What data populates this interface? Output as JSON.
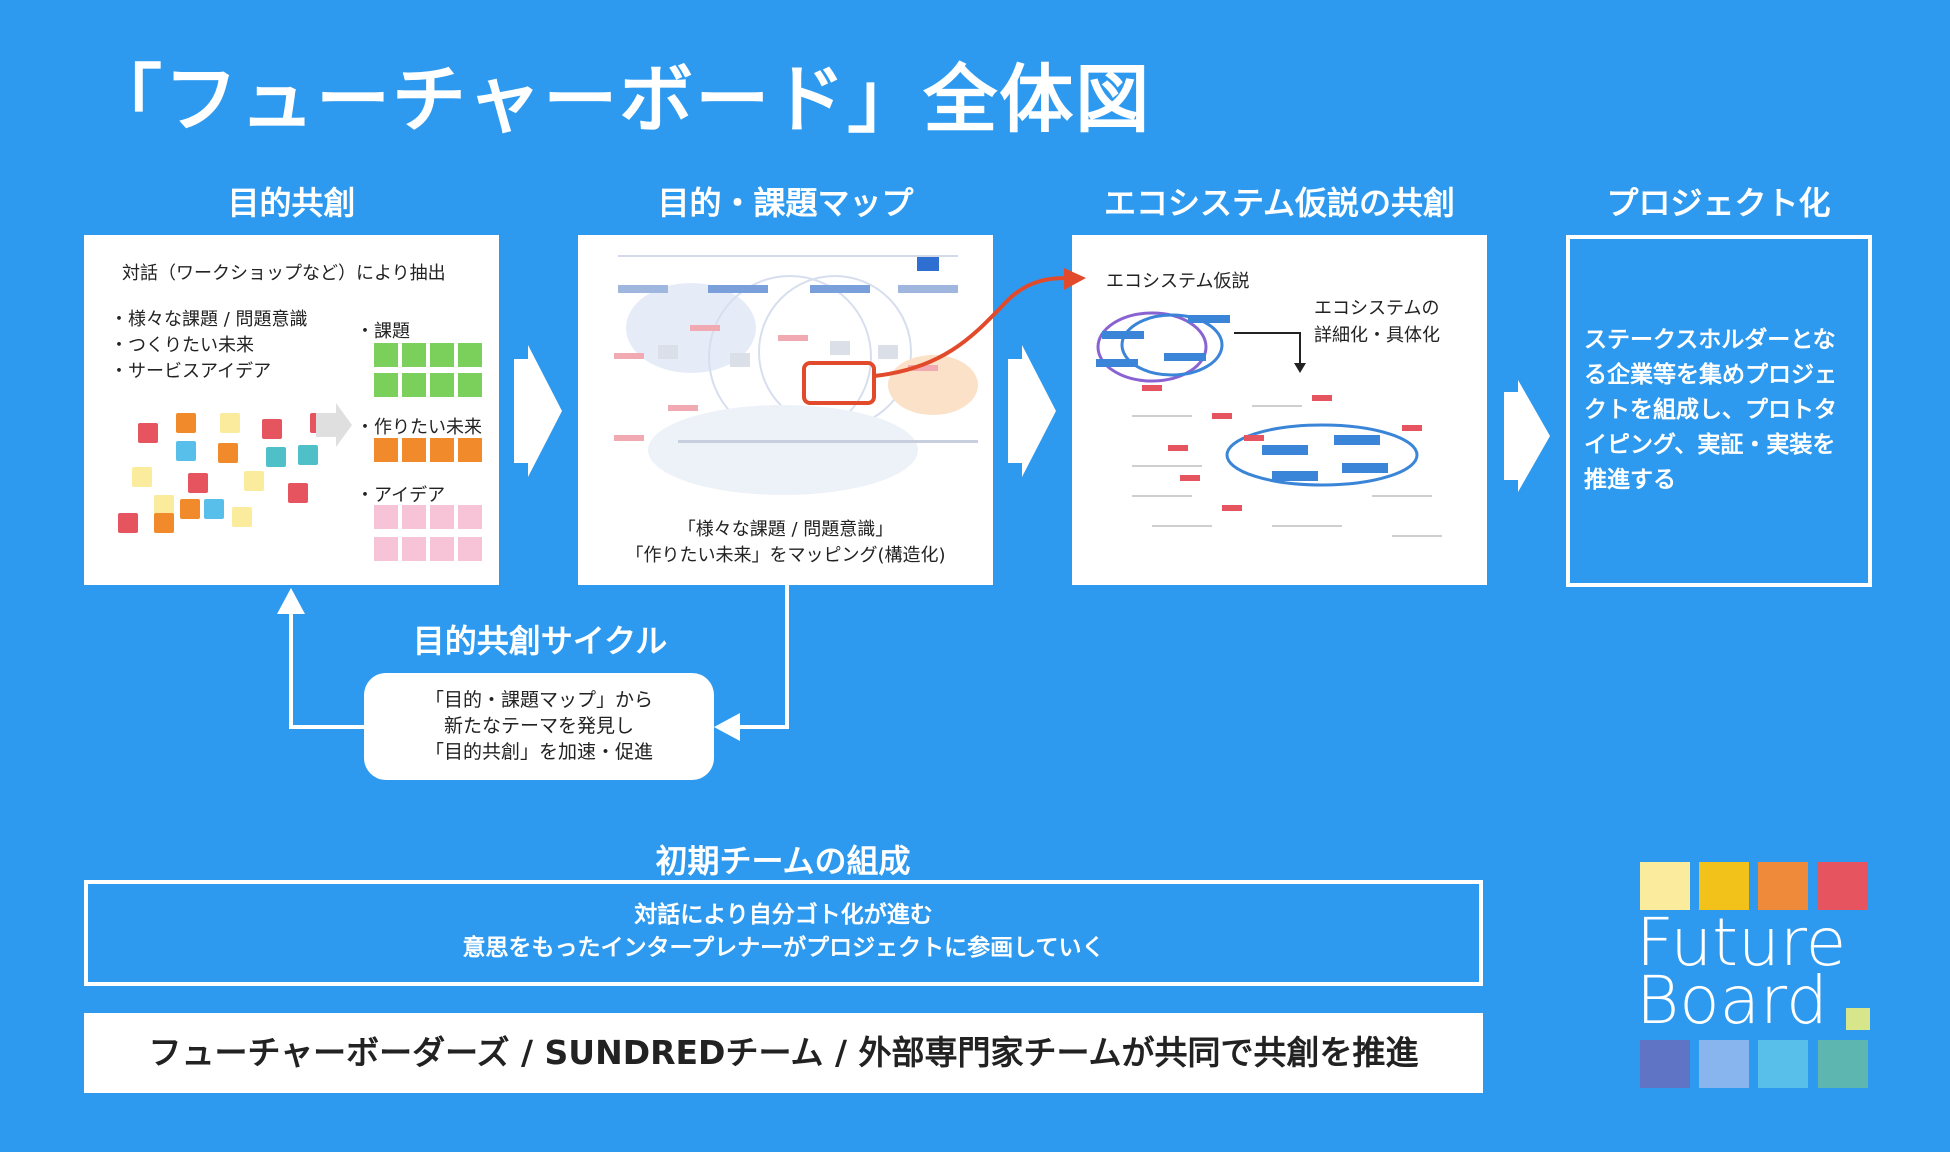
{
  "title": "「フューチャーボード」全体図",
  "stages": [
    {
      "heading": "目的共創"
    },
    {
      "heading": "目的・課題マップ"
    },
    {
      "heading": "エコシステム仮説の共創"
    },
    {
      "heading": "プロジェクト化"
    }
  ],
  "panel1": {
    "top_text": "対話（ワークショップなど）により抽出",
    "bullets": [
      "・様々な課題 / 問題意識",
      "・つくりたい未来",
      "・サービスアイデア"
    ],
    "group_labels": [
      "・課題",
      "・作りたい未来",
      "・アイデア"
    ]
  },
  "panel2": {
    "caption_line1": "「様々な課題 / 問題意識」",
    "caption_line2": "「作りたい未来」をマッピング(構造化)"
  },
  "panel3": {
    "label": "エコシステム仮説",
    "detail_line1": "エコシステムの",
    "detail_line2": "詳細化・具体化"
  },
  "panel4": {
    "text_lines": [
      "ステークスホルダーとな",
      "る企業等を集めプロジェ",
      "クトを組成し、プロトタ",
      "イピング、実証・実装を",
      "推進する"
    ]
  },
  "cycle": {
    "heading": "目的共創サイクル",
    "lines": [
      "「目的・課題マップ」から",
      "新たなテーマを発見し",
      "「目的共創」を加速・促進"
    ]
  },
  "team": {
    "heading": "初期チームの組成",
    "lines": [
      "対話により自分ゴト化が進む",
      "意思をもったインタープレナーがプロジェクトに参画していく"
    ]
  },
  "bottom_bar": "フューチャーボーダーズ / SUNDREDチーム / 外部専門家チームが共同で共創を推進",
  "logo": {
    "line1": "Future",
    "line2": "Board",
    "top_colors": [
      "#fbeb9d",
      "#f2c21b",
      "#f08a3b",
      "#e5545f"
    ],
    "bottom_colors": [
      "#5f74c4",
      "#89b5ee",
      "#57bfe9",
      "#5db6b0"
    ],
    "dot_color": "#d7e68a"
  },
  "colors": {
    "background": "#2e9aef",
    "highlight": "#e14b2b",
    "issue_green": "#7bcf5b",
    "future_orange": "#f08a2a",
    "idea_pink": "#f7c3d7"
  }
}
